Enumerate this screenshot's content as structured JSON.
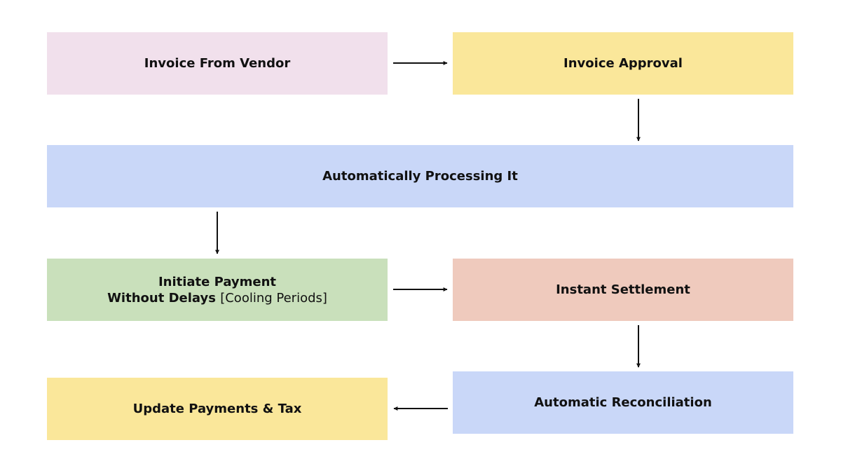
{
  "colors": {
    "pink": "#f1e0ec",
    "yellow": "#fae79a",
    "blue": "#c9d7f8",
    "green": "#c9e0bb",
    "salmon": "#efcabd",
    "arrow": "#111111"
  },
  "nodes": {
    "invoice_from_vendor": "Invoice From Vendor",
    "invoice_approval": "Invoice Approval",
    "automatically_processing": "Automatically Processing It",
    "initiate_payment_line1": "Initiate Payment",
    "initiate_payment_line2": "Without Delays",
    "initiate_payment_note": "[Cooling Periods]",
    "instant_settlement": "Instant Settlement",
    "automatic_reconciliation": "Automatic Reconciliation",
    "update_payments": "Update Payments & Tax"
  }
}
